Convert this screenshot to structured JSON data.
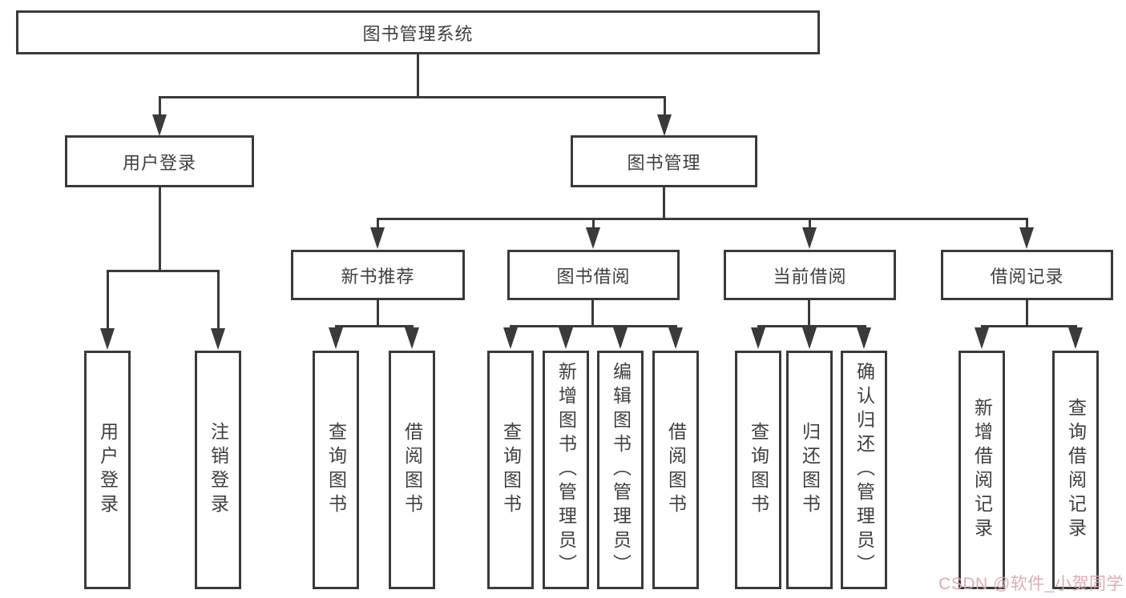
{
  "colors": {
    "line": "#3a3a3a",
    "text": "#3f3f3f",
    "background": "#ffffff",
    "watermark": "#d9a6ae"
  },
  "watermark": {
    "text": "CSDN @软件_小贺同学"
  },
  "diagram": {
    "root": {
      "label": "图书管理系统"
    },
    "level2": [
      {
        "label": "用户登录"
      },
      {
        "label": "图书管理"
      }
    ],
    "level3": [
      {
        "label": "新书推荐"
      },
      {
        "label": "图书借阅"
      },
      {
        "label": "当前借阅"
      },
      {
        "label": "借阅记录"
      }
    ],
    "leaves": {
      "user": [
        "用户登录",
        "注销登录"
      ],
      "recommend": [
        "查询图书",
        "借阅图书"
      ],
      "borrow": [
        "查询图书",
        "新增图书（管理员）",
        "编辑图书（管理员）",
        "借阅图书"
      ],
      "current": [
        "查询图书",
        "归还图书",
        "确认归还（管理员）"
      ],
      "records": [
        "新增借阅记录",
        "查询借阅记录"
      ]
    }
  }
}
